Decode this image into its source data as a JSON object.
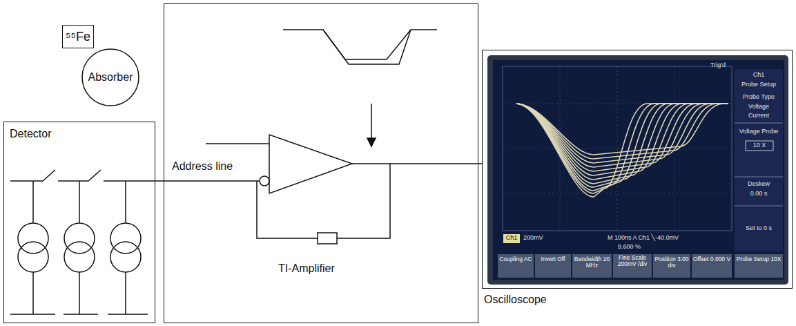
{
  "diagram": {
    "nodes": [
      {
        "text": [
          "⁵⁵Fe"
        ]
      },
      {
        "text": [
          "Absorber"
        ]
      },
      {
        "text": [
          "Detector"
        ]
      },
      {
        "text": [
          "Address line",
          "TI-Amplifier"
        ]
      },
      {
        "text": [
          "Oscilloscope"
        ]
      }
    ],
    "edges": [
      {
        "from": 2,
        "to": 3,
        "arrow": "none"
      },
      {
        "from": 3,
        "to": 4,
        "arrow": "none"
      }
    ],
    "labels": [
      "Trig'd",
      "Ch1",
      "Probe Setup",
      "Probe Type",
      "Voltage",
      "Current",
      "Voltage Probe",
      "10 X",
      "Deskew",
      "0.00 s",
      "Set to 0 s",
      "Ch1",
      "200mV",
      "M 100ns A Ch1 ╲-40.0mV",
      "9.600 %",
      "Coupling AC",
      "Invert Off",
      "Bandwidth 20 MHz",
      "Fine Scale 200mV /div",
      "Position 3.00 div",
      "Offset 0.000 V",
      "Probe Setup 10X"
    ]
  }
}
